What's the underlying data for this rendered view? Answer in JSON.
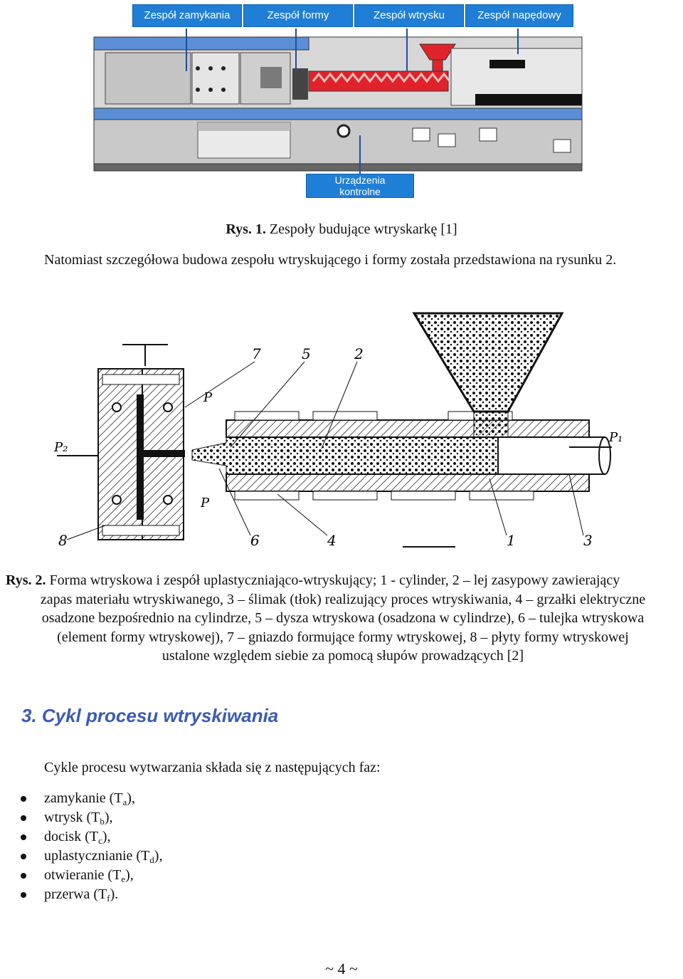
{
  "figure1": {
    "labels": [
      "Zespół zamykania",
      "Zespół formy",
      "Zespół wtrysku",
      "Zespół napędowy"
    ],
    "bottom_label": "Urządzenia kontrolne",
    "bottom_label_line1": "Urządzenia",
    "bottom_label_line2": "kontrolne",
    "colors": {
      "label_bg": "#1f7fd6",
      "machine_blue": "#5b8ed6",
      "screw_red": "#e0232a",
      "grey": "#c9c9c9"
    }
  },
  "caption1": {
    "prefix": "Rys. 1.",
    "text": " Zespoły budujące wtryskarkę [1]"
  },
  "paragraph1": "Natomiast szczegółowa budowa zespołu wtryskującego i formy została przedstawiona na rysunku 2.",
  "figure2": {
    "numbers": [
      "7",
      "5",
      "2",
      "1",
      "3",
      "4",
      "6",
      "8"
    ],
    "symbols": [
      "P",
      "P",
      "P₂",
      "P₁"
    ]
  },
  "caption2": {
    "prefix": "Rys. 2.",
    "text": " Forma wtryskowa i zespół uplastyczniająco-wtryskujący; 1 - cylinder, 2 – lej zasypowy zawierający",
    "line2": "zapas materiału wtryskiwanego, 3 – ślimak (tłok) realizujący proces wtryskiwania, 4 – grzałki elektryczne",
    "line3": "osadzone bezpośrednio na cylindrze, 5 – dysza wtryskowa (osadzona w cylindrze), 6 – tulejka wtryskowa",
    "line4": "(element formy wtryskowej), 7 – gniazdo formujące formy wtryskowej, 8 – płyty formy wtryskowej",
    "line5": "ustalone względem siebie za pomocą słupów prowadzących [2]"
  },
  "heading": "3. Cykl procesu wtryskiwania",
  "intro": "Cykle procesu wytwarzania składa się z następujących faz:",
  "phases": [
    {
      "text": "zamykanie (T",
      "sub": "a",
      "end": "),"
    },
    {
      "text": "wtrysk (T",
      "sub": "b",
      "end": "),"
    },
    {
      "text": "docisk (T",
      "sub": "c",
      "end": "),"
    },
    {
      "text": "uplastycznianie (T",
      "sub": "d",
      "end": "),"
    },
    {
      "text": "otwieranie (T",
      "sub": "e",
      "end": "),"
    },
    {
      "text": "przerwa (T",
      "sub": "f",
      "end": ")."
    }
  ],
  "page_number": "~ 4 ~"
}
